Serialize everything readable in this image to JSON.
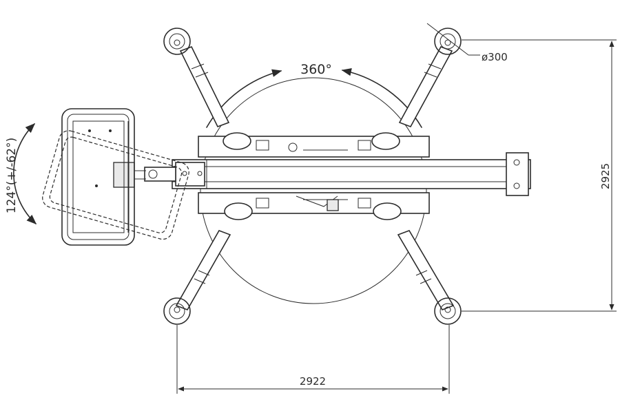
{
  "labels": {
    "rotation": "360°",
    "basket_rotation": "124°(+/-62°)",
    "pad_diameter": "ø300",
    "width": "2922",
    "length": "2925"
  },
  "colors": {
    "ink": "#2b2b2b",
    "paper": "#ffffff"
  }
}
